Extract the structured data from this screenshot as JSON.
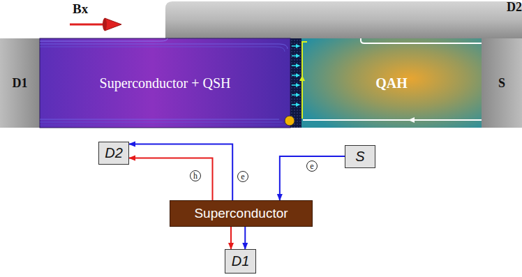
{
  "diagram": {
    "nodes": [
      {
        "text": [
          "D2"
        ]
      },
      {
        "text": [
          "D1"
        ]
      },
      {
        "text": [
          "Superconductor + QSH"
        ]
      },
      {
        "text": [
          "QAH"
        ]
      },
      {
        "text": [
          "S"
        ]
      },
      {
        "text": [
          "D2"
        ]
      },
      {
        "text": [
          "S"
        ]
      },
      {
        "text": [
          "Superconductor"
        ]
      },
      {
        "text": [
          "D1"
        ]
      }
    ],
    "edges": [
      {
        "from": 6,
        "to": 7,
        "arrow": "to",
        "label": "e"
      },
      {
        "from": 7,
        "to": 5,
        "arrow": "to",
        "label": "e"
      },
      {
        "from": 7,
        "to": 5,
        "arrow": "to",
        "label": "h"
      },
      {
        "from": 7,
        "to": 8,
        "arrow": "to"
      },
      {
        "from": 7,
        "to": 8,
        "arrow": "to"
      }
    ],
    "labels": [
      "Bx"
    ]
  }
}
